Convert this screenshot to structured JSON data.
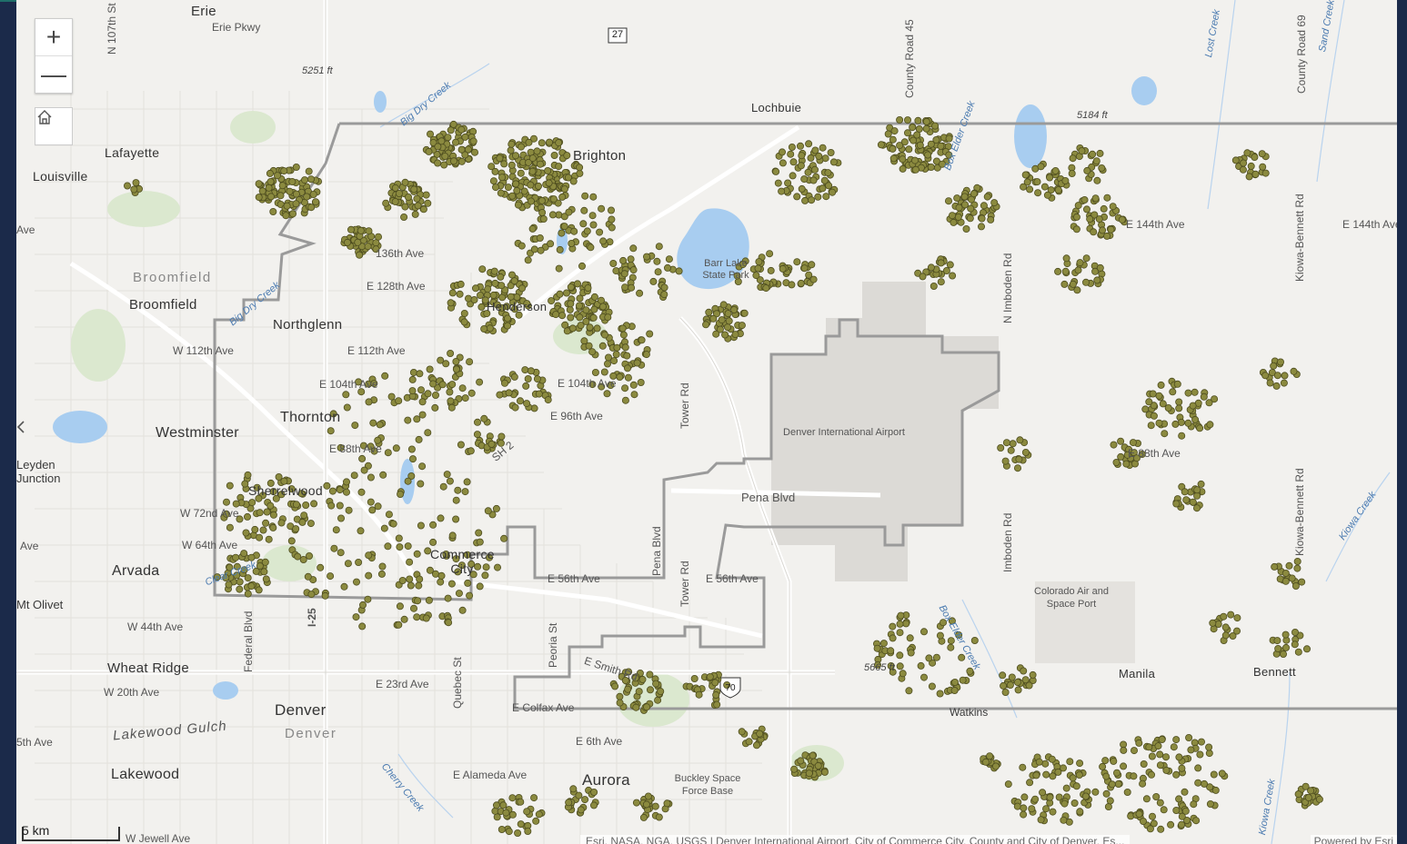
{
  "controls": {
    "zoom_in": "+",
    "zoom_out": "—",
    "home_icon": "home-icon",
    "collapse_icon": "chevron-left-icon"
  },
  "scale": {
    "label": "5 km"
  },
  "attribution": "Esri, NASA, NGA, USGS | Denver International Airport, City of Commerce City, County and City of Denver, Es...",
  "powered_by": "Powered by Esri",
  "colors": {
    "background": "#f2f1ee",
    "water": "#a8cdf0",
    "boundary": "#9a9a9a",
    "point_fill": "#8b8a3f",
    "point_stroke": "#4d4c1f",
    "airport": "#dcdad6"
  },
  "labels": {
    "cities": [
      "Erie",
      "Lafayette",
      "Louisville",
      "Broomfield",
      "Broomfield",
      "Northglenn",
      "Westminster",
      "Thornton",
      "Sherrelwood",
      "Arvada",
      "Commerce City",
      "Denver",
      "Denver",
      "Wheat Ridge",
      "Lakewood",
      "Aurora",
      "Brighton",
      "Henderson",
      "Lochbuie",
      "Leyden Junction",
      "Mt Olivet",
      "Manila",
      "Bennett",
      "Watkins"
    ],
    "roads": [
      "Erie Pkwy",
      "E 144th Ave",
      "E 144th Ave",
      "136th Ave",
      "E 128th Ave",
      "W 112th Ave",
      "E 112th Ave",
      "E 104th Ave",
      "E 104th Ave",
      "E 96th Ave",
      "E 88th Ave",
      "E 88th Ave",
      "W 72nd Ave",
      "W 64th Ave",
      "E 56th Ave",
      "E 56th Ave",
      "W 44th Ave",
      "W 20th Ave",
      "E 23rd Ave",
      "E 6th Ave",
      "E Alameda Ave",
      "E Colfax Ave",
      "E Smith Rd",
      "Pena Blvd",
      "Pena Blvd",
      "Tower Rd",
      "Tower Rd",
      "Federal Blvd",
      "Quebec St",
      "Peoria St",
      "County Road 45",
      "County Road 69",
      "N Imboden Rd",
      "Imboden Rd",
      "Kiowa-Bennett Rd",
      "Kiowa-Bennett Rd",
      "N 107th St",
      "I-25",
      "SH 2",
      "W Jewell Ave",
      "5th Ave",
      "Ave",
      "Ave"
    ],
    "pois": [
      "Denver International Airport",
      "Barr Lake State Park",
      "Colorado Air and Space Port",
      "Buckley Space Force Base",
      "Lakewood Gulch"
    ],
    "water": [
      "Big Dry Creek",
      "Big Dry Creek",
      "Box Elder Creek",
      "Box Elder Creek",
      "Lost Creek",
      "Sand Creek",
      "Kiowa Creek",
      "Kiowa Creek",
      "Cherry Creek",
      "Clear Creek"
    ],
    "elevations": [
      "5251 ft",
      "5184 ft",
      "5665 ft"
    ],
    "shields": [
      "27",
      "70"
    ]
  }
}
